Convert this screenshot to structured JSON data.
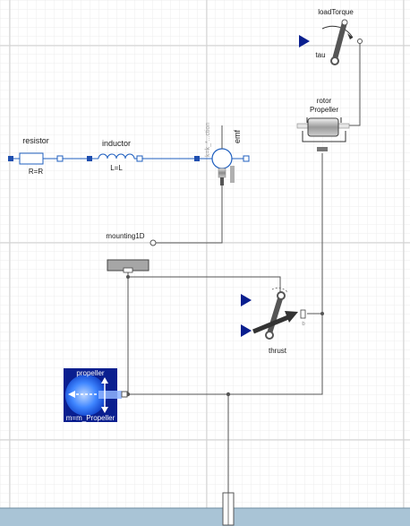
{
  "colors": {
    "background": "#ffffff",
    "grid_minor": "#e9e9e9",
    "grid_major": "#cfcfcf",
    "electric_wire": "#1f5fbf",
    "mechanical_wire": "#555555",
    "ground_strip": "#a9c4d6",
    "propeller_block": "#0a1f8f",
    "input_arrow": "#0a1f8f"
  },
  "components": {
    "resistor": {
      "name": "resistor",
      "param": "R=R"
    },
    "inductor": {
      "name": "inductor",
      "param": "L=L"
    },
    "emf": {
      "name": "emf",
      "rotated_text": "k=k_*...ction"
    },
    "rotor": {
      "name": "rotor",
      "param": "Propeller"
    },
    "load_torque": {
      "name": "loadTorque",
      "input_label": "tau"
    },
    "mounting": {
      "name": "mounting1D"
    },
    "thrust": {
      "name": "thrust",
      "port_label": "b"
    },
    "propeller": {
      "name": "propeller",
      "param": "m=m_Propeller"
    }
  }
}
